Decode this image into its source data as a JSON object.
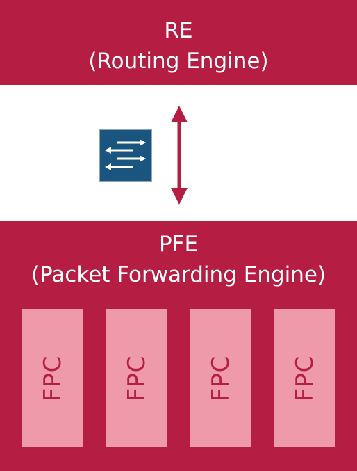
{
  "colors": {
    "band": "#b51d43",
    "fpc_fill": "#ee9aab",
    "fpc_text": "#b51d43",
    "icon_bg": "#1a5580",
    "icon_border": "#8aa6bd",
    "arrow": "#b51d43"
  },
  "re": {
    "title": "RE",
    "subtitle": "(Routing Engine)"
  },
  "pfe": {
    "title": "PFE",
    "subtitle": "(Packet Forwarding Engine)",
    "cards": [
      {
        "label": "FPC"
      },
      {
        "label": "FPC"
      },
      {
        "label": "FPC"
      },
      {
        "label": "FPC"
      }
    ]
  },
  "icons": {
    "switch": "switch-arrows-icon",
    "connector": "double-arrow-icon"
  }
}
